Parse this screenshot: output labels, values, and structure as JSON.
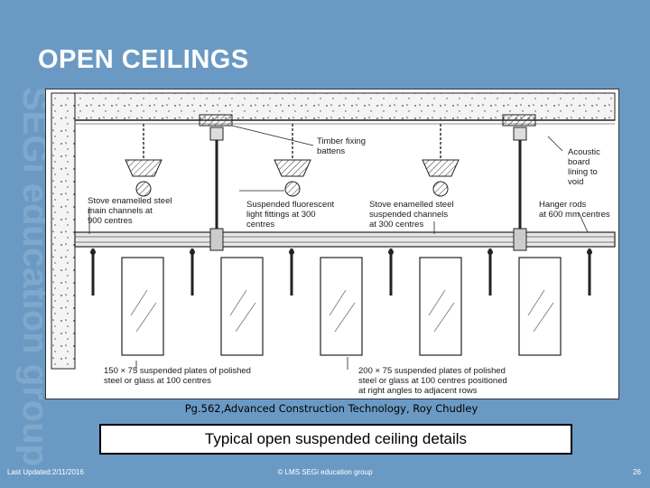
{
  "slide": {
    "title": "OPEN CEILINGS",
    "watermark": "SEGi education group"
  },
  "figure": {
    "labels": {
      "timber_1": "Timber fixing",
      "timber_2": "battens",
      "acoustic_1": "Acoustic",
      "acoustic_2": "board",
      "acoustic_3": "lining to",
      "acoustic_4": "void",
      "stove_main_1": "Stove enamelled steel",
      "stove_main_2": "main channels at",
      "stove_main_3": "900 centres",
      "fluor_1": "Suspended fluorescent",
      "fluor_2": "light fittings at 300",
      "fluor_3": "centres",
      "stove_susp_1": "Stove enamelled steel",
      "stove_susp_2": "suspended channels",
      "stove_susp_3": "at 300 centres",
      "hanger_1": "Hanger rods",
      "hanger_2": "at 600 mm centres",
      "plates150_1": "150 × 75 suspended plates of polished",
      "plates150_2": "steel or glass at 100 centres",
      "plates200_1": "200 × 75 suspended plates of polished",
      "plates200_2": "steel or glass at 100 centres positioned",
      "plates200_3": "at right angles to adjacent rows"
    }
  },
  "citation": "Pg.562,Advanced Construction Technology, Roy Chudley",
  "caption": "Typical open suspended ceiling details",
  "footer": {
    "left": "Last Updated:2/11/2016",
    "center": "© LMS SEGi education group",
    "page": "26"
  }
}
